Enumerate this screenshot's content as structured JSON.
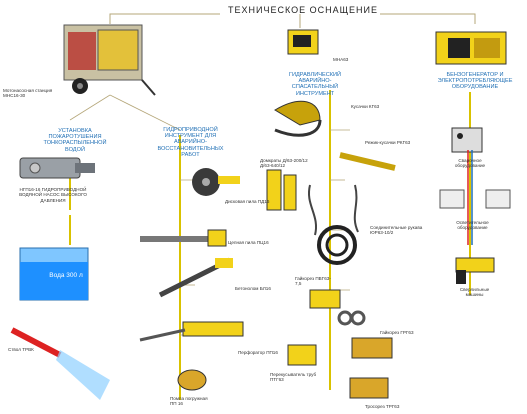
{
  "title": "ТЕХНИЧЕСКОЕ ОСНАЩЕНИЕ",
  "pump_station": "Мотонасосная станция МНС16-30",
  "fire_section": "УСТАНОВКА ПОЖАРОТУШЕНИЯ ТОНКОРАСПЫЛЕННОЙ ВОДОЙ",
  "hydro_pump": "НГП16-16 ГИДРОПРИВОДНОЙ ВОДЯНОЙ НАСОС ВЫСОКОГО ДАВЛЕНИЯ",
  "tank_label": "Вода 300 л",
  "nozzle": "Ствол ТРВК",
  "hydro_tool_section": "ГИДРОПРИВОДНОЙ ИНСТРУМЕНТ ДЛЯ АВАРИЙНО-ВОССТАНОВИТЕЛЬНЫХ РАБОТ",
  "disc_saw": "Дисковая пила ПД16",
  "chain_saw": "Цепная пила ПЦ16",
  "concrete_breaker": "Бетонолом БЛ16",
  "perforator": "Перфоратор ПП16",
  "submersible_pump": "Помпа погружная ПП 16",
  "mna": "МНА63",
  "rescue_section": "ГИДРАВЛИЧЕСКИЙ АВАРИЙНО-СПАСАТЕЛЬНЫЙ ИНСТРУМЕНТ",
  "cutters": "Кусачки КГ63",
  "spreader_cutters": "Режик-кусачки РКГ63",
  "jacks": "Домкраты Д/63-200/12 Д/63-640/12",
  "hoses": "Соединительные рукава ЮР63-10/2",
  "nut_cutter": "Гайкорез ПВГ63-7,5",
  "hose_expander": "Гайкорез ГРГ63",
  "pipe_cutter": "Перекусыватель труб ПТГ63",
  "cable_cutter": "Тросорез ТРГ63",
  "generator_section": "БЕНЗОГЕНЕРАТОР И ЭЛЕКТРОПОТРЕБЛЯЮЩЕЕ ОБОРУДОВАНИЕ",
  "welding": "Сварочное оборудование",
  "lighting": "Осветительное оборудование",
  "drill_machine": "Сверлильные машины",
  "colors": {
    "line": "#c8b400",
    "blue_text": "#1f6fb5",
    "water": "#1e90ff",
    "tool_yellow": "#f2d21a",
    "hose_red": "#d22"
  }
}
